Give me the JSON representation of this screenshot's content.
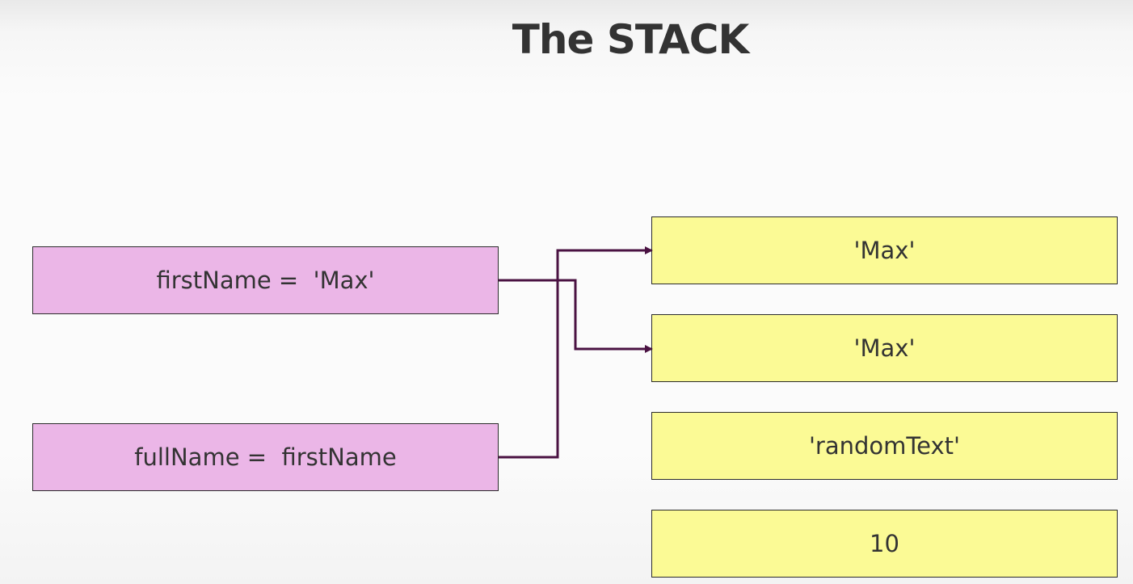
{
  "title": "The STACK",
  "variables": [
    {
      "label": "firstName =  'Max'"
    },
    {
      "label": "fullName =  firstName"
    }
  ],
  "stack_values": [
    {
      "label": "'Max'"
    },
    {
      "label": "'Max'"
    },
    {
      "label": "'randomText'"
    },
    {
      "label": "10"
    }
  ],
  "colors": {
    "variable_fill": "#ebb6e7",
    "value_fill": "#fbfa95",
    "arrow": "#4a1242",
    "title_text": "#333333"
  }
}
